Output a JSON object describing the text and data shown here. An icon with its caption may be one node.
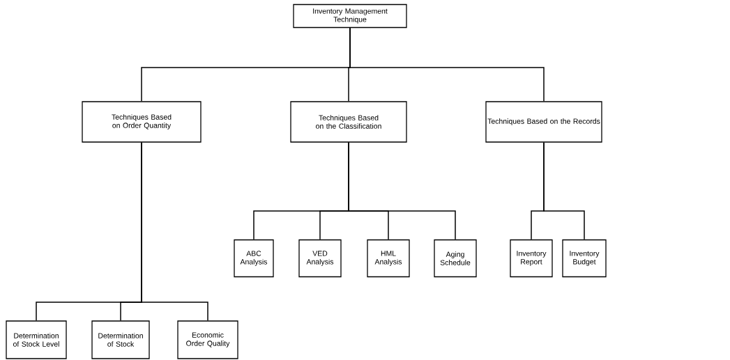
{
  "diagram": {
    "nodes": [
      {
        "text": [
          "Inventory Management Technique"
        ]
      },
      {
        "text": [
          "Techniques Based on Order Quantity"
        ]
      },
      {
        "text": [
          "Techniques Based on the Classification"
        ]
      },
      {
        "text": [
          "Techniques Based on the Records"
        ]
      },
      {
        "text": [
          "ABC Analysis"
        ]
      },
      {
        "text": [
          "VED Analysis"
        ]
      },
      {
        "text": [
          "HML Analysis"
        ]
      },
      {
        "text": [
          "Aging Schedule"
        ]
      },
      {
        "text": [
          "Inventory Report"
        ]
      },
      {
        "text": [
          "Inventory Budget"
        ]
      },
      {
        "text": [
          "Determination of Stock Level"
        ]
      },
      {
        "text": [
          "Determination of Stock"
        ]
      },
      {
        "text": [
          "Economic Order Quality"
        ]
      }
    ],
    "edges": [
      {
        "from": 0,
        "to": 1,
        "arrow": "none"
      },
      {
        "from": 0,
        "to": 2,
        "arrow": "none"
      },
      {
        "from": 0,
        "to": 3,
        "arrow": "none"
      },
      {
        "from": 2,
        "to": 4,
        "arrow": "none"
      },
      {
        "from": 2,
        "to": 5,
        "arrow": "none"
      },
      {
        "from": 2,
        "to": 6,
        "arrow": "none"
      },
      {
        "from": 2,
        "to": 7,
        "arrow": "none"
      },
      {
        "from": 3,
        "to": 8,
        "arrow": "none"
      },
      {
        "from": 3,
        "to": 9,
        "arrow": "none"
      },
      {
        "from": 1,
        "to": 10,
        "arrow": "none"
      },
      {
        "from": 1,
        "to": 11,
        "arrow": "none"
      },
      {
        "from": 1,
        "to": 12,
        "arrow": "none"
      }
    ]
  }
}
